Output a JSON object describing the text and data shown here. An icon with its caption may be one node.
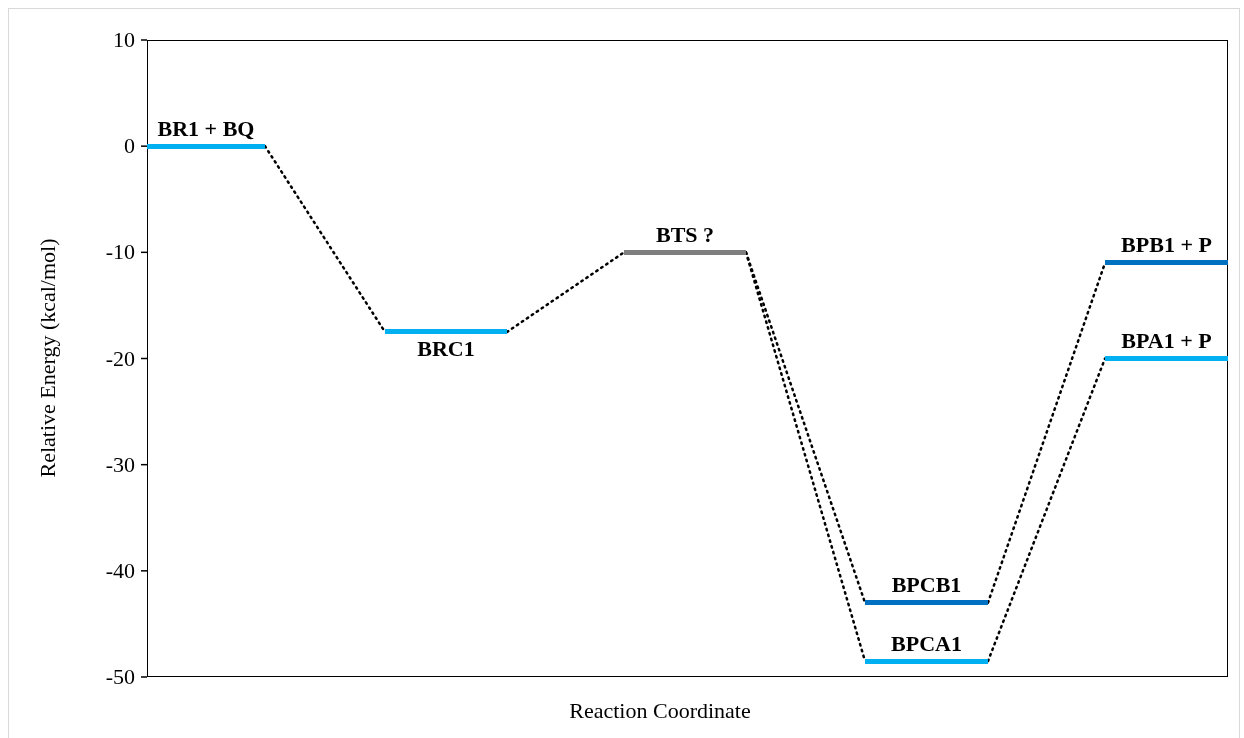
{
  "diagram": {
    "nodes": [
      {
        "text": [
          "BR1 + BQ"
        ]
      },
      {
        "text": [
          "BRC1"
        ]
      },
      {
        "text": [
          "BTS ?"
        ]
      },
      {
        "text": [
          "BPCB1"
        ]
      },
      {
        "text": [
          "BPCA1"
        ]
      },
      {
        "text": [
          "BPB1 + P"
        ]
      },
      {
        "text": [
          "BPA1 + P"
        ]
      }
    ],
    "edges": [
      {
        "from": 0,
        "to": 1,
        "arrow": "none"
      },
      {
        "from": 1,
        "to": 2,
        "arrow": "none"
      },
      {
        "from": 2,
        "to": 3,
        "arrow": "none"
      },
      {
        "from": 2,
        "to": 4,
        "arrow": "none"
      },
      {
        "from": 3,
        "to": 5,
        "arrow": "none"
      },
      {
        "from": 4,
        "to": 6,
        "arrow": "none"
      }
    ],
    "labels": [
      "10",
      "0",
      "-10",
      "-20",
      "-30",
      "-40",
      "-50",
      "Relative Energy (kcal/mol)",
      "Reaction Coordinate"
    ]
  }
}
